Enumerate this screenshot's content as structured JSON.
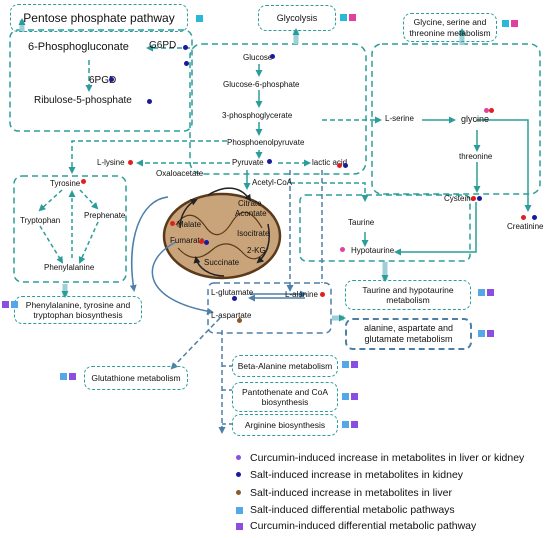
{
  "colors": {
    "teal": "#2a9d9a",
    "blue_line": "#4d7fa8",
    "purple": "#8a4fe0",
    "navy": "#1a1a9e",
    "brown": "#8b5a2b",
    "red": "#e02020",
    "pink": "#e040a0",
    "light_blue_sq": "#55a8e8",
    "cyan_sq": "#2ab8d8",
    "mito_fill": "#c9a37a"
  },
  "pathways": {
    "pentose": "Pentose phosphate pathway",
    "glycolysis": "Glycolysis",
    "gly_ser_thr": "Glycine, serine and threonine metabolism",
    "phe_tyr_trp": "Phenylalanine, tyrosine and tryptophan biosynthesis",
    "taurine": "Taurine and hypotaurine metabolism",
    "ala_asp_glu": "alanine, aspartate and glutamate metabolism",
    "glutathione": "Glutathione metabolism",
    "beta_alanine": "Beta-Alanine metabolism",
    "pantothenate": "Pantothenate and CoA biosynthesis",
    "arginine": "Arginine biosynthesis"
  },
  "metabolites": {
    "phosphogluconate": "6-Phosphogluconate",
    "ribulose": "Ribulose-5-phosphate",
    "g6pd": "G6PD",
    "pgd": "6PGD",
    "glucose": "Glucose",
    "glucose6p": "Glucose-6-phosphate",
    "pg3": "3-phosphoglycerate",
    "pep": "Phosphoenolpyruvate",
    "pyruvate": "Pyruvate",
    "lactic": "lactic acid",
    "acetylcoa": "Acetyl-CoA",
    "lysine": "L-lysine",
    "serine": "L-serine",
    "glycine": "glycine",
    "threonine": "threonine",
    "cysteine": "Cysteine",
    "creatinine": "Creatinine",
    "taurine": "Taurine",
    "hypotaurine": "Hypotaurine",
    "tyrosine": "Tyrosine",
    "tryptophan": "Tryptophan",
    "prephenate": "Prephenate",
    "phenylalanine": "Phenylalanine",
    "oxaloacetate": "Oxaloacetate",
    "citrate": "Citrate",
    "acontate": "Acontate",
    "malate": "Malate",
    "fumarate": "Fumarate",
    "isocitrate": "Isocitrate",
    "succinate": "Succinate",
    "kg2": "2-KG",
    "glutamate": "L-glutamate",
    "alanine": "L-alanine",
    "aspartate": "L-aspartate"
  },
  "legend": [
    {
      "swatch": "dot",
      "color": "#8a4fe0",
      "label": "Curcumin-induced increase in metabolites in liver or kidney"
    },
    {
      "swatch": "dot",
      "color": "#1a1a9e",
      "label": "Salt-induced increase in metabolites in kidney"
    },
    {
      "swatch": "dot",
      "color": "#8b5a2b",
      "label": "Salt-induced increase in metabolites in liver"
    },
    {
      "swatch": "sq",
      "color": "#55a8e8",
      "label": "Salt-induced differential metabolic pathways"
    },
    {
      "swatch": "sq",
      "color": "#8a4fe0",
      "label": "Curcumin-induced differential metabolic pathway"
    }
  ]
}
